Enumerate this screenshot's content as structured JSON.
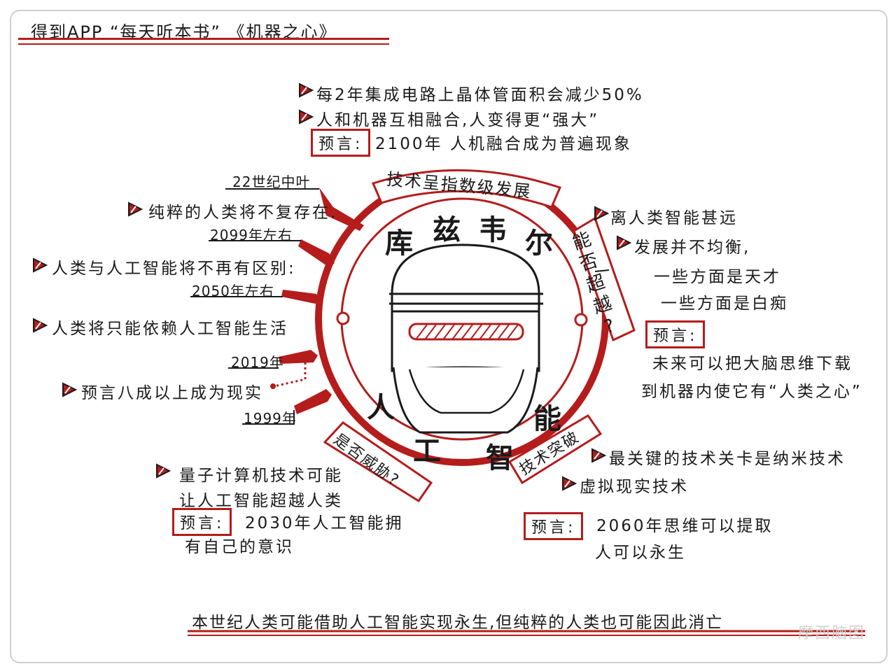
{
  "header": {
    "title": "得到APP “每天听本书” 《机器之心》"
  },
  "center": {
    "name": "库兹韦尔",
    "name_chars": [
      "库",
      "兹",
      "韦",
      "尔"
    ],
    "subject_chars": [
      "人",
      "工",
      "智",
      "能"
    ]
  },
  "top_section": {
    "label": "技术呈指数级发展",
    "bullets": [
      "每2年集成电路上晶体管面积会减少50%",
      "人和机器互相融合,人变得更“强大”"
    ],
    "prediction_label": "预言:",
    "prediction_text": "2100年 人机融合成为普遍现象"
  },
  "right_section": {
    "label": "能否超越?",
    "label_chars": [
      "能",
      "否",
      "超",
      "越",
      "?"
    ],
    "bullets": [
      "离人类智能甚远",
      "发展并不均衡,"
    ],
    "sub_lines": [
      "一些方面是天才",
      "一些方面是白痴"
    ],
    "prediction_label": "预言:",
    "prediction_lines": [
      "未来可以把大脑思维下载",
      "到机器内使它有“人类之心”"
    ]
  },
  "bottom_right_section": {
    "label": "技术突破",
    "bullets": [
      "最关键的技术关卡是纳米技术",
      "虚拟现实技术"
    ],
    "prediction_label": "预言:",
    "prediction_lines": [
      "2060年思维可以提取",
      "人可以永生"
    ]
  },
  "bottom_left_section": {
    "label": "是否威胁?",
    "bullet_lines": [
      "量子计算机技术可能",
      "让人工智能超越人类"
    ],
    "prediction_label": "预言:",
    "prediction_lines": [
      "2030年人工智能拥",
      "有自己的意识"
    ]
  },
  "timeline": {
    "years": [
      "22世纪中叶",
      "2099年左右",
      "2050年左右",
      "2019年",
      "1999年"
    ],
    "events": [
      "纯粹的人类将不复存在.",
      "人类与人工智能将不再有区别:",
      "人类将只能依赖人工智能生活",
      "预言八成以上成为现实"
    ]
  },
  "conclusion": "本世纪人类可能借助人工智能实现永生,但纯粹的人类也可能因此消亡",
  "watermark": "摩西脑图",
  "colors": {
    "accent": "#b51c1c",
    "ink": "#1a1a1a",
    "frame": "#cfcfcf"
  },
  "icons": [
    "arrow-bullet-icon",
    "robot-helmet-icon",
    "ring-dot-icon"
  ]
}
